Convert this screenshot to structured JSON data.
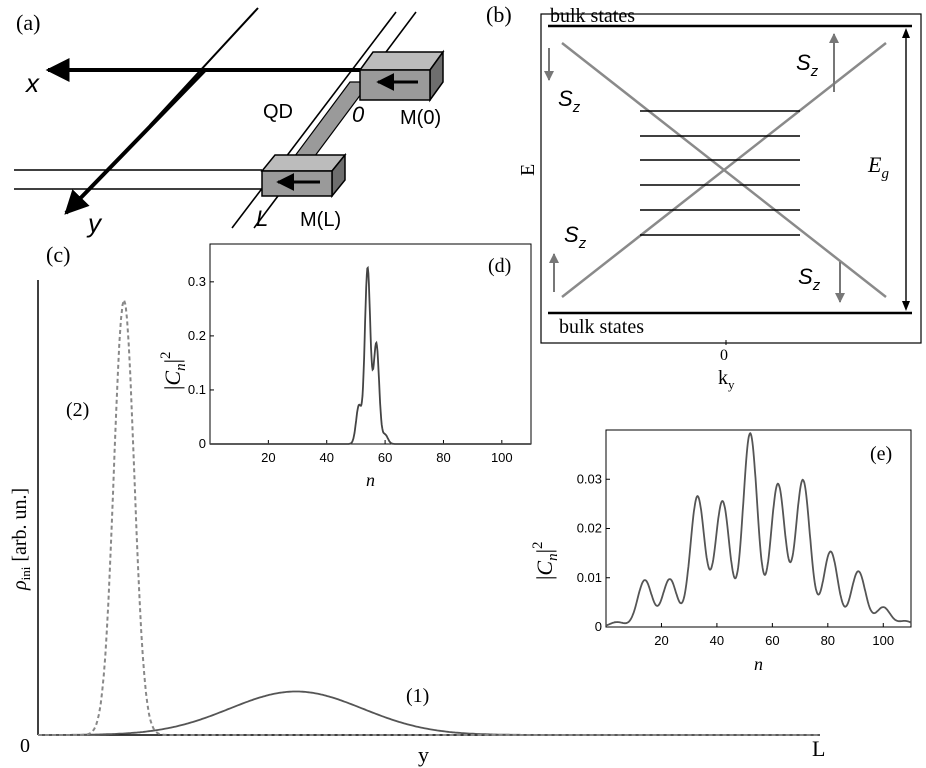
{
  "panel_a": {
    "label": "(a)",
    "x_axis": "x",
    "y_axis": "y",
    "qd": "QD",
    "origin": "0",
    "end": "L",
    "m0": "M(0)",
    "mL": "M(L)"
  },
  "panel_b": {
    "label": "(b)",
    "bulk_top": "bulk states",
    "bulk_bottom": "bulk states",
    "ylabel": "E",
    "xlabel_main": "k",
    "xlabel_sub": "y",
    "zero": "0",
    "gap_main": "E",
    "gap_sub": "g",
    "spin_main": "S",
    "spin_sub": "z"
  },
  "panel_c": {
    "label": "(c)",
    "ylabel_main": "ρ",
    "ylabel_sub": "ini",
    "ylabel_rest": " [arb. un.]",
    "xlabel": "y",
    "x0": "0",
    "xL": "L",
    "curve1": "(1)",
    "curve2": "(2)"
  },
  "panel_d": {
    "label": "(d)",
    "ylabel_c": "C",
    "ylabel_n": "n",
    "ylabel_exp": "2",
    "xlabel": "n"
  },
  "panel_e": {
    "label": "(e)",
    "ylabel_c": "C",
    "ylabel_n": "n",
    "ylabel_exp": "2",
    "xlabel": "n"
  },
  "chart_data": [
    {
      "type": "line",
      "title": "(c)",
      "xlabel": "y",
      "ylabel": "ρ_ini [arb. un.]",
      "series": [
        {
          "name": "(1)",
          "style": "solid",
          "center": 0.33,
          "width": 0.085,
          "peak": 0.1
        },
        {
          "name": "(2)",
          "style": "dashed",
          "center": 0.11,
          "width": 0.013,
          "peak": 1.0
        }
      ]
    },
    {
      "type": "line",
      "title": "(d)",
      "xlabel": "n",
      "ylabel": "|C_n|^2",
      "xlim": [
        0,
        110
      ],
      "ylim": [
        0,
        0.37
      ],
      "xticks": [
        20,
        40,
        60,
        80,
        100
      ],
      "yticks": [
        0,
        0.1,
        0.2,
        0.3
      ],
      "peaks": [
        {
          "n": 51,
          "value": 0.07
        },
        {
          "n": 54,
          "value": 0.325
        },
        {
          "n": 57,
          "value": 0.185
        },
        {
          "n": 60,
          "value": 0.017
        }
      ]
    },
    {
      "type": "line",
      "title": "(e)",
      "xlabel": "n",
      "ylabel": "|C_n|^2",
      "xlim": [
        0,
        110
      ],
      "ylim": [
        0,
        0.04
      ],
      "xticks": [
        20,
        40,
        60,
        80,
        100
      ],
      "yticks": [
        0,
        0.01,
        0.02,
        0.03
      ],
      "peaks": [
        {
          "n": 4,
          "value": 0.001
        },
        {
          "n": 14,
          "value": 0.0095
        },
        {
          "n": 23,
          "value": 0.0097
        },
        {
          "n": 33,
          "value": 0.0265
        },
        {
          "n": 42,
          "value": 0.0255
        },
        {
          "n": 52,
          "value": 0.0393
        },
        {
          "n": 62,
          "value": 0.029
        },
        {
          "n": 71,
          "value": 0.0298
        },
        {
          "n": 81,
          "value": 0.0153
        },
        {
          "n": 91,
          "value": 0.0113
        },
        {
          "n": 100,
          "value": 0.004
        },
        {
          "n": 108,
          "value": 0.0012
        }
      ]
    }
  ]
}
